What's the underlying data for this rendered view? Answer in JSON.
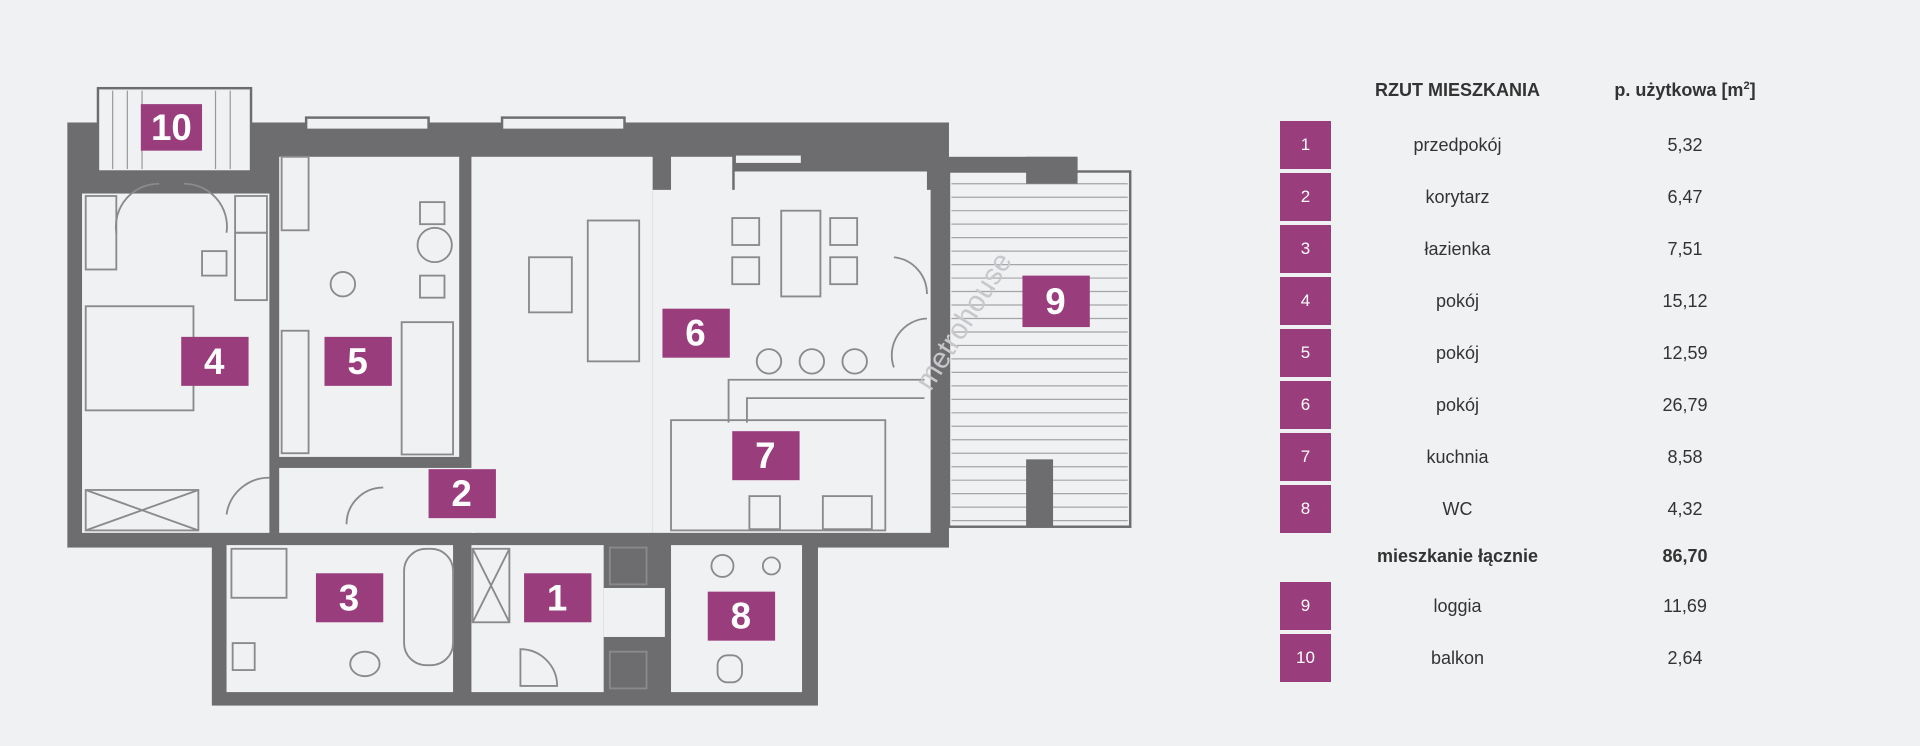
{
  "plan": {
    "room_labels": [
      "1",
      "2",
      "3",
      "4",
      "5",
      "6",
      "7",
      "8",
      "9",
      "10"
    ],
    "watermark": "metrohouse"
  },
  "table": {
    "header_name": "RZUT MIESZKANIA",
    "header_area": "p. użytkowa [m",
    "header_area_sup": "2",
    "header_area_end": "]",
    "rooms": [
      {
        "no": "1",
        "name": "przedpokój",
        "area": "5,32"
      },
      {
        "no": "2",
        "name": "korytarz",
        "area": "6,47"
      },
      {
        "no": "3",
        "name": "łazienka",
        "area": "7,51"
      },
      {
        "no": "4",
        "name": "pokój",
        "area": "15,12"
      },
      {
        "no": "5",
        "name": "pokój",
        "area": "12,59"
      },
      {
        "no": "6",
        "name": "pokój",
        "area": "26,79"
      },
      {
        "no": "7",
        "name": "kuchnia",
        "area": "8,58"
      },
      {
        "no": "8",
        "name": "WC",
        "area": "4,32"
      }
    ],
    "total": {
      "name": "mieszkanie łącznie",
      "area": "86,70"
    },
    "extras": [
      {
        "no": "9",
        "name": "loggia",
        "area": "11,69"
      },
      {
        "no": "10",
        "name": "balkon",
        "area": "2,64"
      }
    ]
  },
  "colors": {
    "accent": "#9a3d7d",
    "wall": "#6d6d6f",
    "background": "#f0f1f3"
  }
}
